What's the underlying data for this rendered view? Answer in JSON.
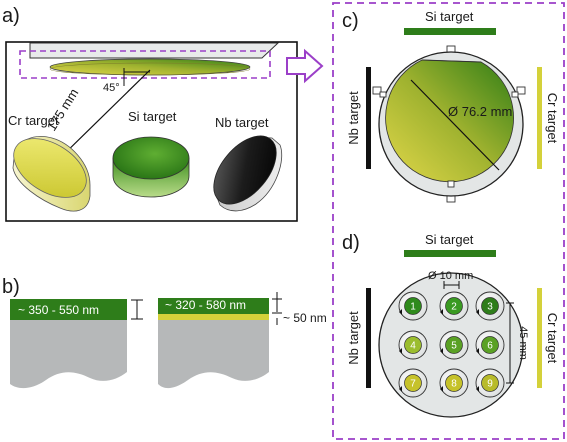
{
  "panels": {
    "a": "a)",
    "b": "b)",
    "c": "c)",
    "d": "d)"
  },
  "panel_a": {
    "cr_target": "Cr target",
    "si_target": "Si target",
    "nb_target": "Nb target",
    "distance": "175 mm",
    "angle": "45°"
  },
  "panel_b": {
    "left_thickness": "~ 350 - 550 nm",
    "right_thickness": "~ 320 - 580 nm",
    "nb_layer": "~ 50 nm"
  },
  "panel_c": {
    "si_target": "Si target",
    "nb_target": "Nb target",
    "cr_target": "Cr target",
    "diameter": "Ø 76.2 mm"
  },
  "panel_d": {
    "si_target": "Si target",
    "nb_target": "Nb target",
    "cr_target": "Cr target",
    "sample_diameter": "Ø 10 mm",
    "spacing": "45 mm",
    "samples": [
      "1",
      "2",
      "3",
      "4",
      "5",
      "6",
      "7",
      "8",
      "9"
    ]
  },
  "colors": {
    "si_green": "#2e7d1a",
    "cr_yellow": "#d4d13a",
    "nb_black": "#111111",
    "highlight_purple": "#9b3fc8",
    "substrate_gray": "#b6b8b9",
    "holder_gray": "#e3e6e6"
  }
}
